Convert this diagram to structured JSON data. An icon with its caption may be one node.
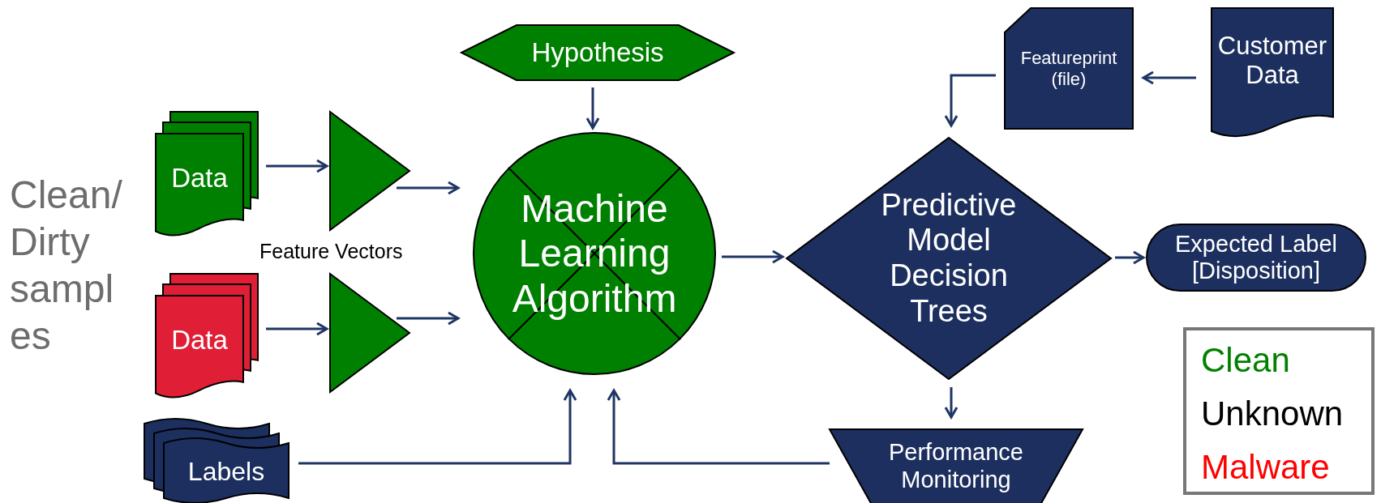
{
  "diagram": {
    "nodes": [
      {
        "text": [
          "Hypothesis"
        ]
      },
      {
        "text": [
          "Data"
        ]
      },
      {
        "text": [
          "Data"
        ]
      },
      {
        "text": [],
        "shape": "triangle"
      },
      {
        "text": [],
        "shape": "triangle"
      },
      {
        "text": [
          "Machine Learning Algorithm"
        ]
      },
      {
        "text": [
          "Labels"
        ]
      },
      {
        "text": [
          "Featureprint (file)"
        ]
      },
      {
        "text": [
          "Customer Data"
        ]
      },
      {
        "text": [
          "Predictive Model Decision Trees"
        ]
      },
      {
        "text": [
          "Expected Label [Disposition]"
        ]
      },
      {
        "text": [
          "Performance Monitoring"
        ]
      }
    ],
    "edges": [
      {
        "from": 1,
        "to": 3,
        "arrow": "to"
      },
      {
        "from": 3,
        "to": 5,
        "arrow": "to"
      },
      {
        "from": 2,
        "to": 4,
        "arrow": "to"
      },
      {
        "from": 4,
        "to": 5,
        "arrow": "to"
      },
      {
        "from": 0,
        "to": 5,
        "arrow": "to"
      },
      {
        "from": 6,
        "to": 5,
        "arrow": "to"
      },
      {
        "from": 11,
        "to": 5,
        "arrow": "to"
      },
      {
        "from": 5,
        "to": 9,
        "arrow": "to"
      },
      {
        "from": 7,
        "to": 9,
        "arrow": "to"
      },
      {
        "from": 8,
        "to": 7,
        "arrow": "to"
      },
      {
        "from": 9,
        "to": 10,
        "arrow": "to"
      },
      {
        "from": 9,
        "to": 11,
        "arrow": "to"
      }
    ],
    "labels": [
      "Clean/Dirty samples",
      "Feature Vectors"
    ],
    "legend": [
      {
        "text": "Clean",
        "color": "#008000"
      },
      {
        "text": "Unknown",
        "color": "#000000"
      },
      {
        "text": "Malware",
        "color": "#ff0000"
      }
    ]
  }
}
